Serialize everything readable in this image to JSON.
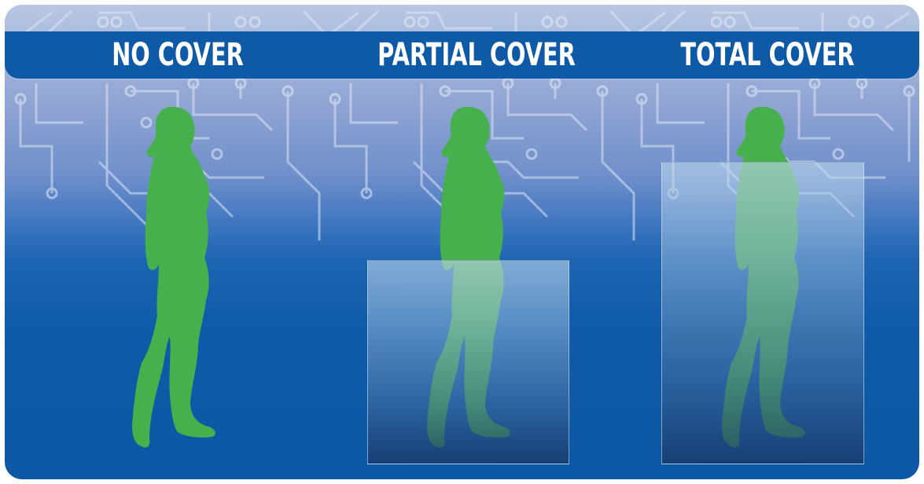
{
  "labels": {
    "no_cover": "NO COVER",
    "partial_cover": "PARTIAL COVER",
    "total_cover": "TOTAL COVER"
  },
  "colors": {
    "silhouette": "#46b04c",
    "title_bar": "#0f5aa7",
    "background_top": "#b9c7e2",
    "background_bottom": "#0d58a5"
  },
  "icons": [
    "circuit-pattern",
    "woman-silhouette-icon"
  ]
}
